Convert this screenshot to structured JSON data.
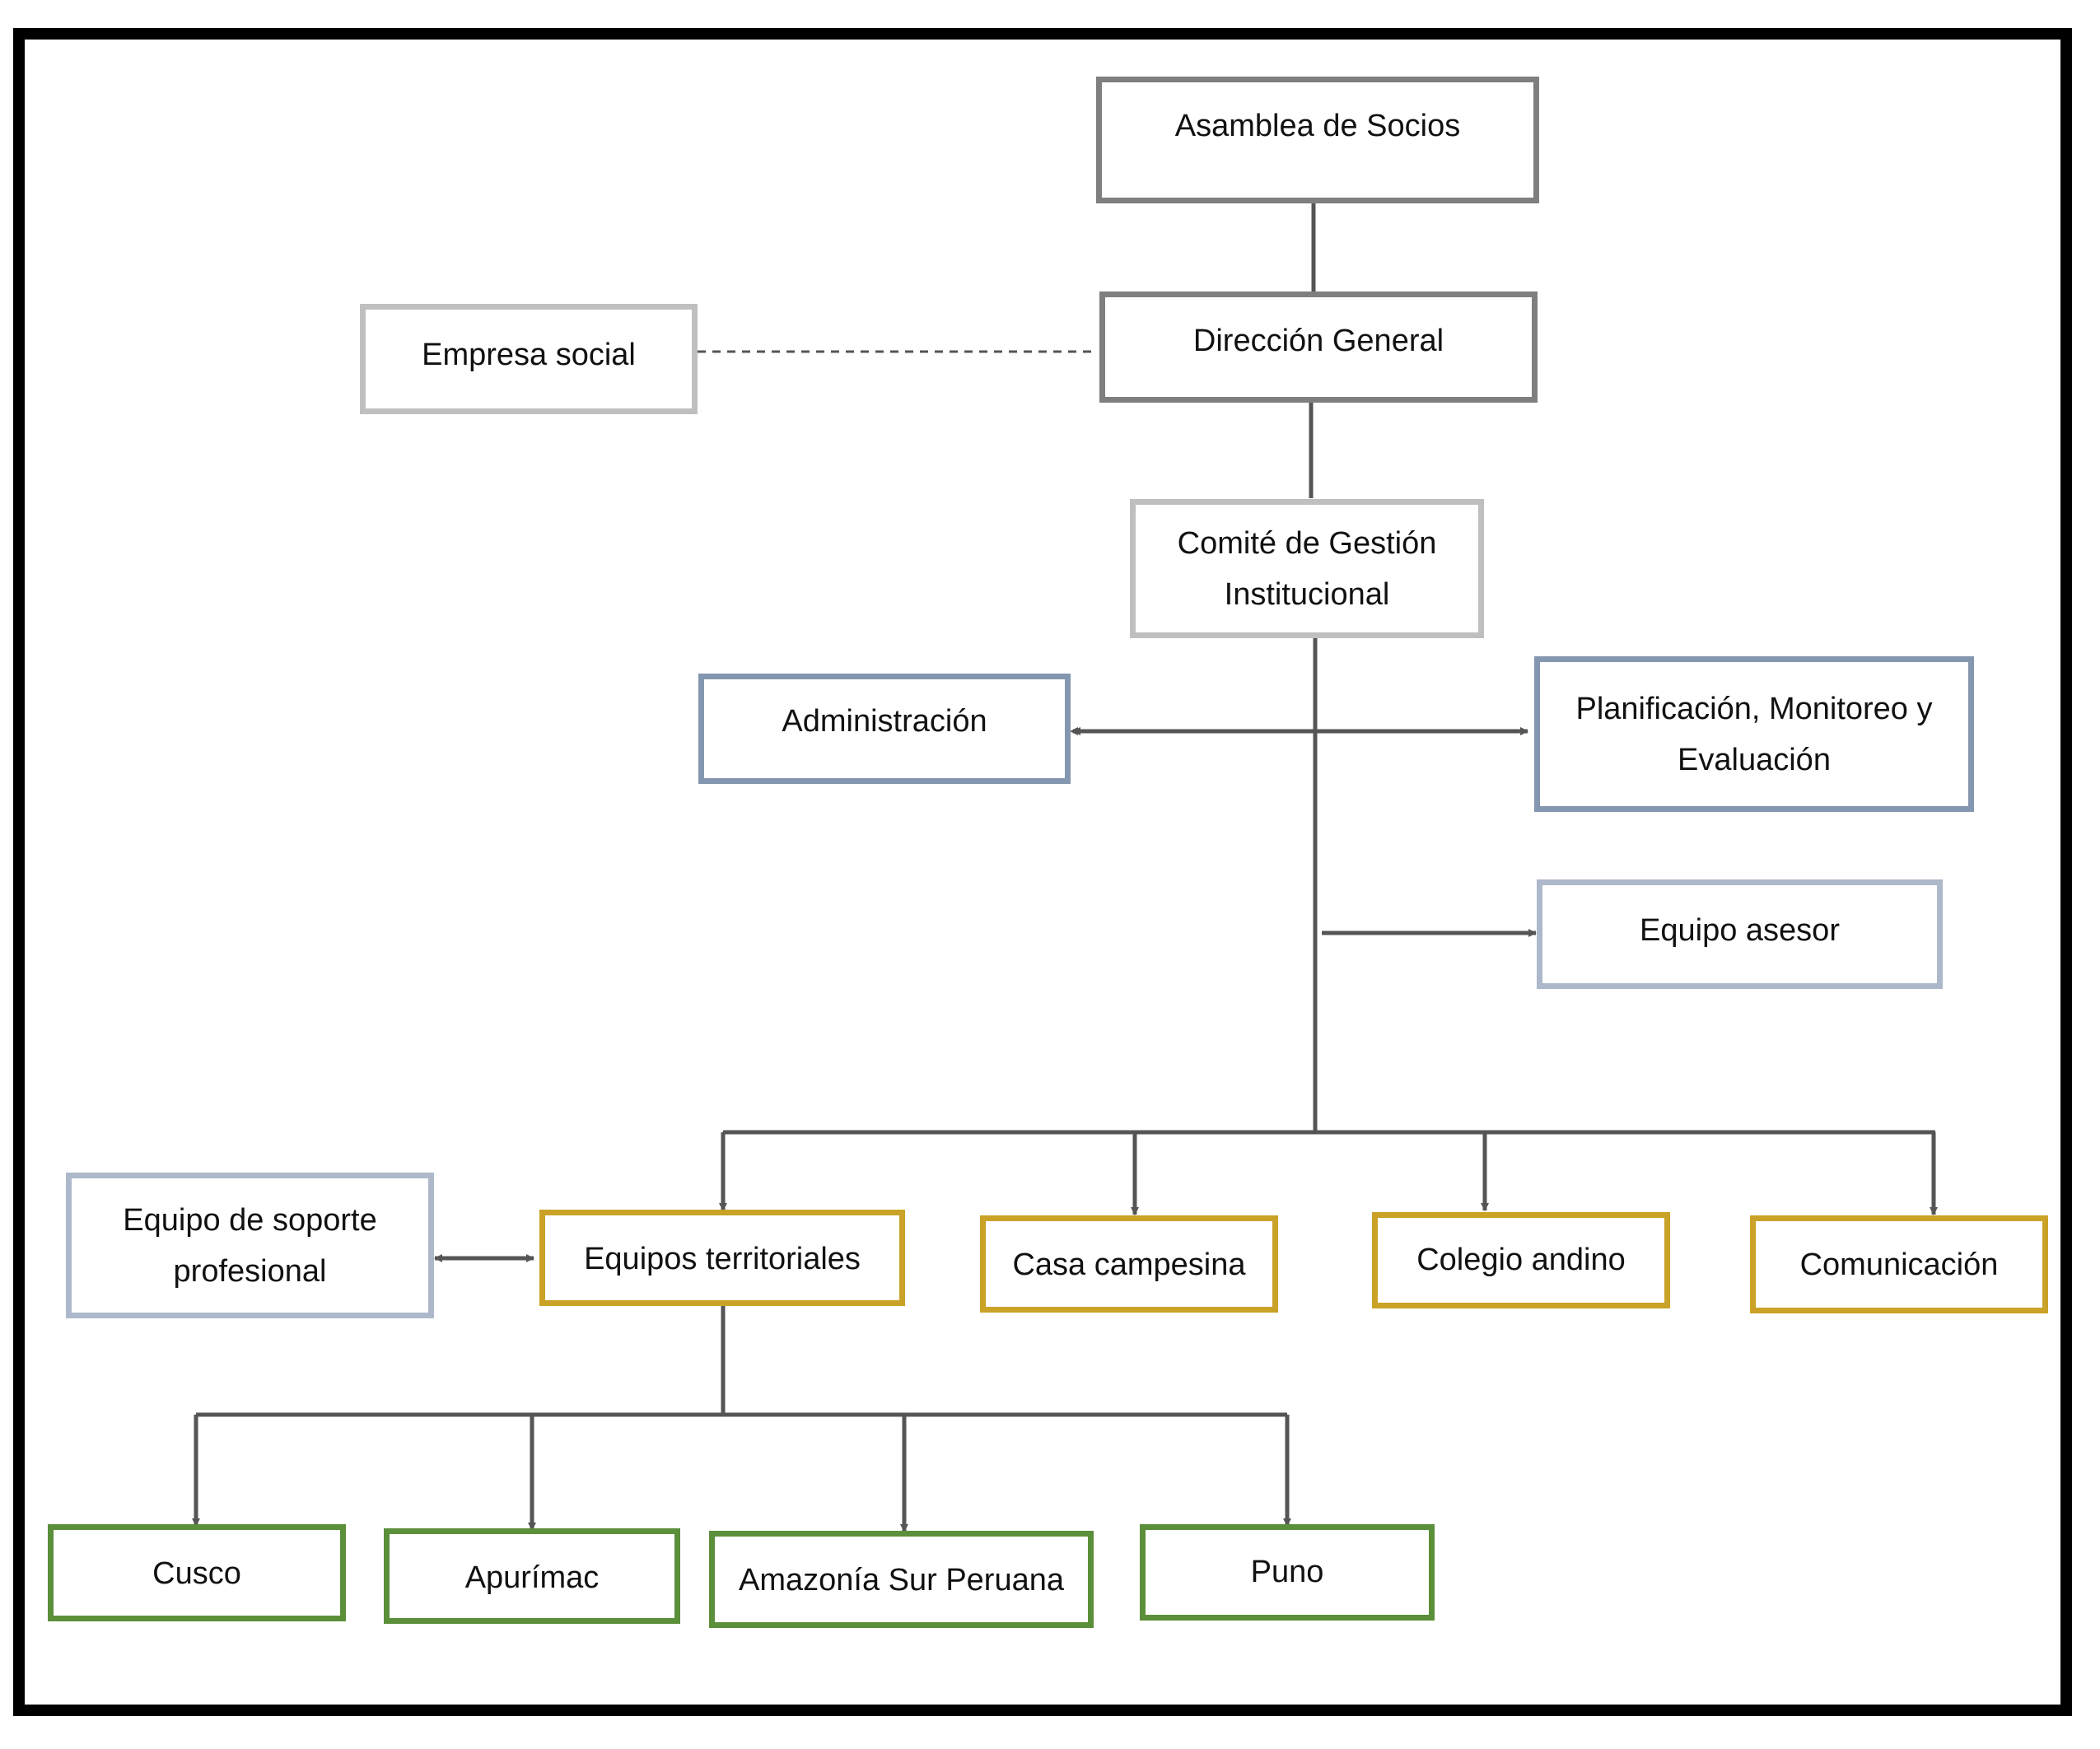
{
  "colors": {
    "frame": "#000000",
    "connector": "#555555",
    "gray_dark": "#7f7f7f",
    "gray_light": "#bfbfbf",
    "blue_mid": "#8497b0",
    "blue_light": "#adb9ca",
    "gold": "#c9a227",
    "green": "#5b8f3a"
  },
  "nodes": {
    "asamblea": "Asamblea de Socios",
    "direccion": "Dirección General",
    "empresa": "Empresa social",
    "comite_l1": "Comité de Gestión",
    "comite_l2": "Institucional",
    "administracion": "Administración",
    "planificacion_l1": "Planificación, Monitoreo y",
    "planificacion_l2": "Evaluación",
    "asesor": "Equipo asesor",
    "soporte_l1": "Equipo de soporte",
    "soporte_l2": "profesional",
    "territoriales": "Equipos territoriales",
    "casa": "Casa campesina",
    "colegio": "Colegio andino",
    "comunicacion": "Comunicación",
    "cusco": "Cusco",
    "apurimac": "Apurímac",
    "amazonia": "Amazonía Sur Peruana",
    "puno": "Puno"
  }
}
